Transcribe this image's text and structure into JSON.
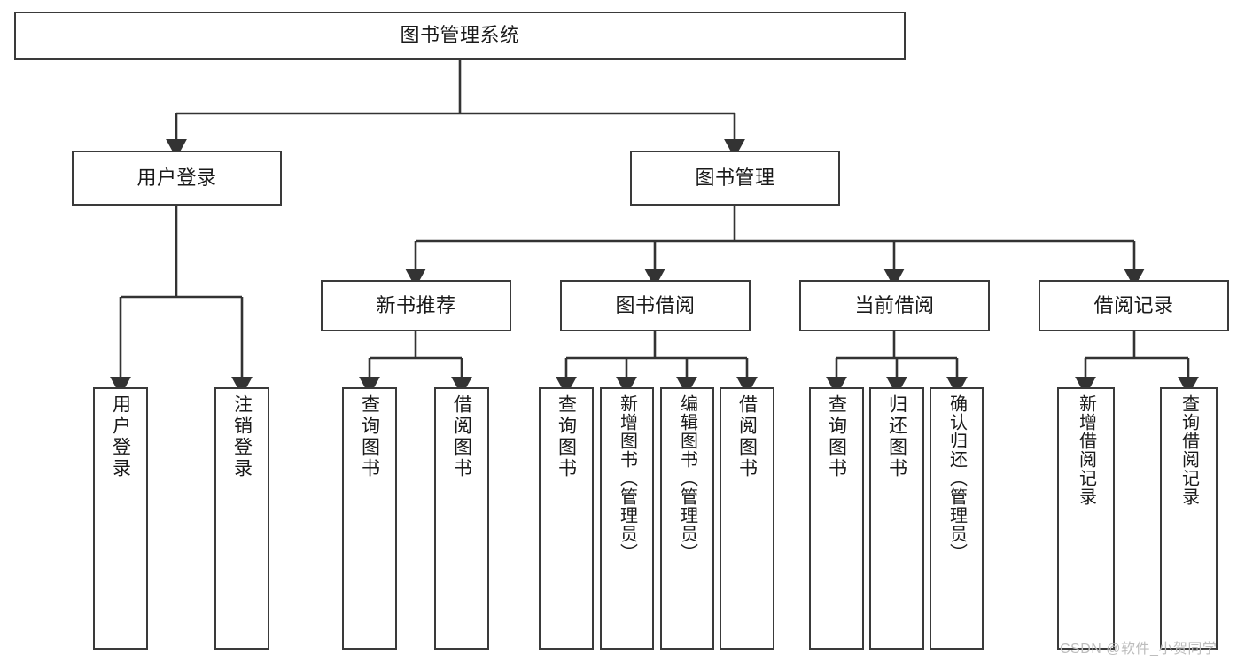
{
  "diagram": {
    "type": "tree",
    "title_node": "图书管理系统",
    "colors": {
      "background": "#ffffff",
      "node_border": "#3a3a3a",
      "node_fill": "#ffffff",
      "edge": "#333333",
      "text": "#1a1a1a",
      "watermark": "#bdbdbd"
    },
    "levels": {
      "root": {
        "label": "图书管理系统"
      },
      "level2": [
        {
          "label": "用户登录"
        },
        {
          "label": "图书管理"
        }
      ],
      "level3": [
        {
          "label": "新书推荐"
        },
        {
          "label": "图书借阅"
        },
        {
          "label": "当前借阅"
        },
        {
          "label": "借阅记录"
        }
      ],
      "leaves_user_login": [
        {
          "label": "用户登录"
        },
        {
          "label": "注销登录"
        }
      ],
      "leaves_new_book": [
        {
          "label": "查询图书"
        },
        {
          "label": "借阅图书"
        }
      ],
      "leaves_borrow": [
        {
          "label": "查询图书"
        },
        {
          "label": "新增图书（管理员）"
        },
        {
          "label": "编辑图书（管理员）"
        },
        {
          "label": "借阅图书"
        }
      ],
      "leaves_current": [
        {
          "label": "查询图书"
        },
        {
          "label": "归还图书"
        },
        {
          "label": "确认归还（管理员）"
        }
      ],
      "leaves_record": [
        {
          "label": "新增借阅记录"
        },
        {
          "label": "查询借阅记录"
        }
      ]
    }
  },
  "watermark": {
    "text": "CSDN @软件_小贺同学"
  }
}
